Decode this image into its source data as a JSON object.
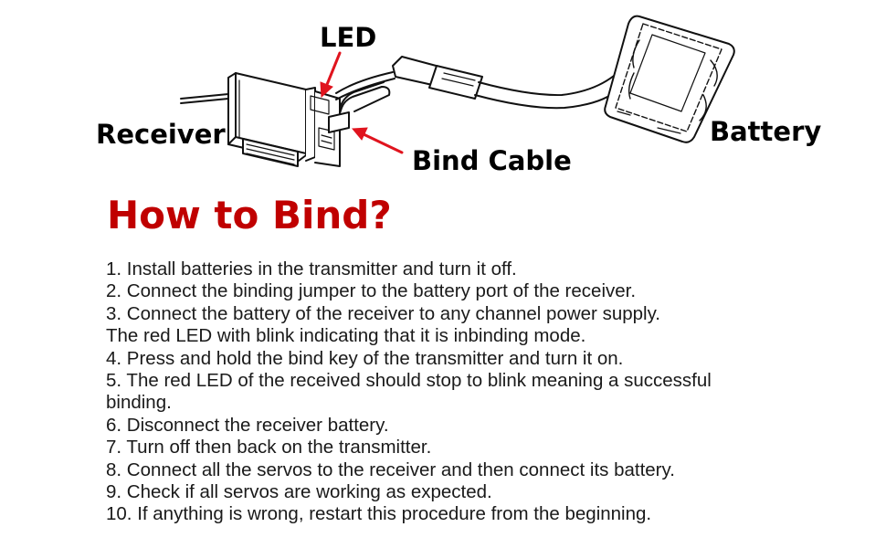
{
  "colors": {
    "title": "#c00000",
    "arrow": "#e0141e",
    "line_art": "#111111"
  },
  "diagram": {
    "labels": {
      "led": "LED",
      "receiver": "Receiver",
      "bind_cable": "Bind Cable",
      "battery": "Battery"
    }
  },
  "title": "How to Bind?",
  "steps": [
    "1. Install batteries in the transmitter and turn it off.",
    "2. Connect the binding jumper to the battery port of the receiver.",
    "3. Connect the battery of the receiver to any channel power supply.",
    "The red LED with blink indicating that it is inbinding mode.",
    "4. Press and hold the bind key of the transmitter and turn it on.",
    "5. The red LED of the received should stop to blink meaning a successful",
    "binding.",
    "6. Disconnect the receiver battery.",
    "7. Turn off then back on the transmitter.",
    "8. Connect all the servos to the receiver and then connect its battery.",
    "9. Check if all servos are working as expected.",
    "10. If anything is wrong, restart this procedure from the beginning."
  ]
}
